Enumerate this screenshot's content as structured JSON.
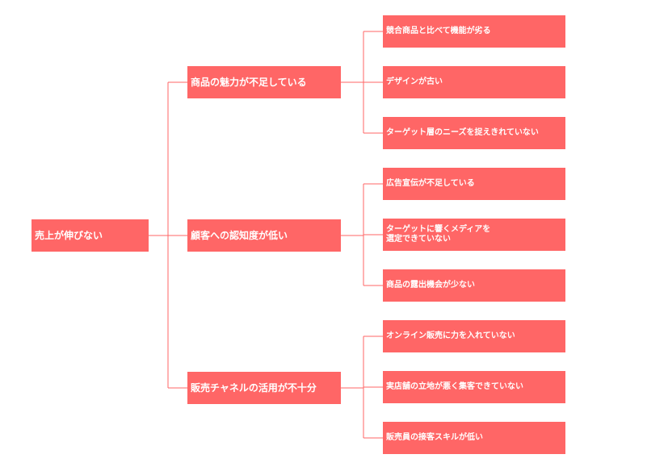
{
  "colors": {
    "node_fill": "#ff6666",
    "node_text": "#ffffff",
    "connector": "#ff6666"
  },
  "tree": {
    "root": "売上が伸びない",
    "branches": [
      {
        "label": "商品の魅力が不足している",
        "children": [
          "競合商品と比べて機能が劣る",
          "デザインが古い",
          "ターゲット層のニーズを捉えきれていない"
        ]
      },
      {
        "label": "顧客への認知度が低い",
        "children": [
          "広告宣伝が不足している",
          "ターゲットに響くメディアを\n選定できていない",
          "商品の露出機会が少ない"
        ]
      },
      {
        "label": "販売チャネルの活用が不十分",
        "children": [
          "オンライン販売に力を入れていない",
          "実店舗の立地が悪く集客できていない",
          "販売員の接客スキルが低い"
        ]
      }
    ]
  }
}
